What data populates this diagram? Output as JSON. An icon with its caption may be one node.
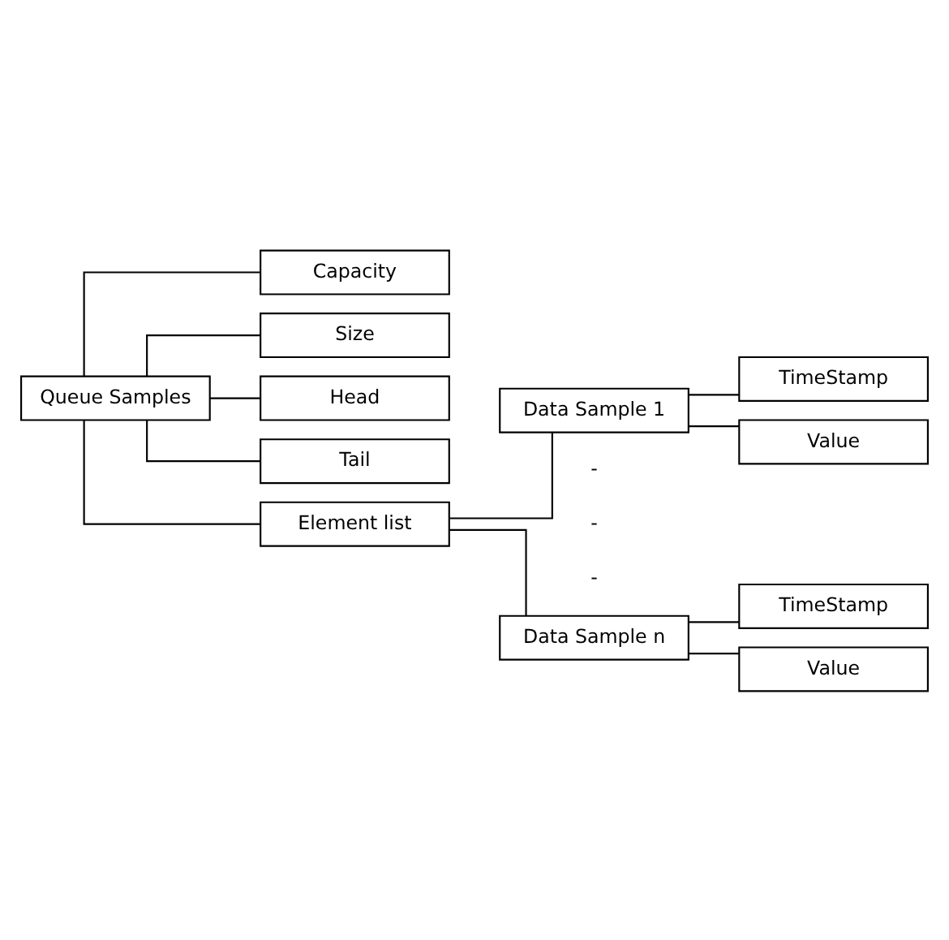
{
  "diagram": {
    "nodes": [
      {
        "text": [
          "Queue Samples"
        ]
      },
      {
        "text": [
          "Capacity"
        ]
      },
      {
        "text": [
          "Size"
        ]
      },
      {
        "text": [
          "Head"
        ]
      },
      {
        "text": [
          "Tail"
        ]
      },
      {
        "text": [
          "Element list"
        ]
      },
      {
        "text": [
          "Data Sample 1"
        ]
      },
      {
        "text": [
          "TimeStamp"
        ]
      },
      {
        "text": [
          "Value"
        ]
      },
      {
        "text": [
          "Data Sample n"
        ]
      },
      {
        "text": [
          "TimeStamp"
        ]
      },
      {
        "text": [
          "Value"
        ]
      }
    ],
    "edges": [
      {
        "from": 0,
        "to": 1,
        "arrow": "none"
      },
      {
        "from": 0,
        "to": 2,
        "arrow": "none"
      },
      {
        "from": 0,
        "to": 3,
        "arrow": "none"
      },
      {
        "from": 0,
        "to": 4,
        "arrow": "none"
      },
      {
        "from": 0,
        "to": 5,
        "arrow": "none"
      },
      {
        "from": 5,
        "to": 6,
        "arrow": "none"
      },
      {
        "from": 6,
        "to": 7,
        "arrow": "none"
      },
      {
        "from": 6,
        "to": 8,
        "arrow": "none"
      },
      {
        "from": 5,
        "to": 9,
        "arrow": "none"
      },
      {
        "from": 9,
        "to": 10,
        "arrow": "none"
      },
      {
        "from": 9,
        "to": 11,
        "arrow": "none"
      }
    ],
    "labels": [
      "-",
      "-",
      "-"
    ]
  }
}
